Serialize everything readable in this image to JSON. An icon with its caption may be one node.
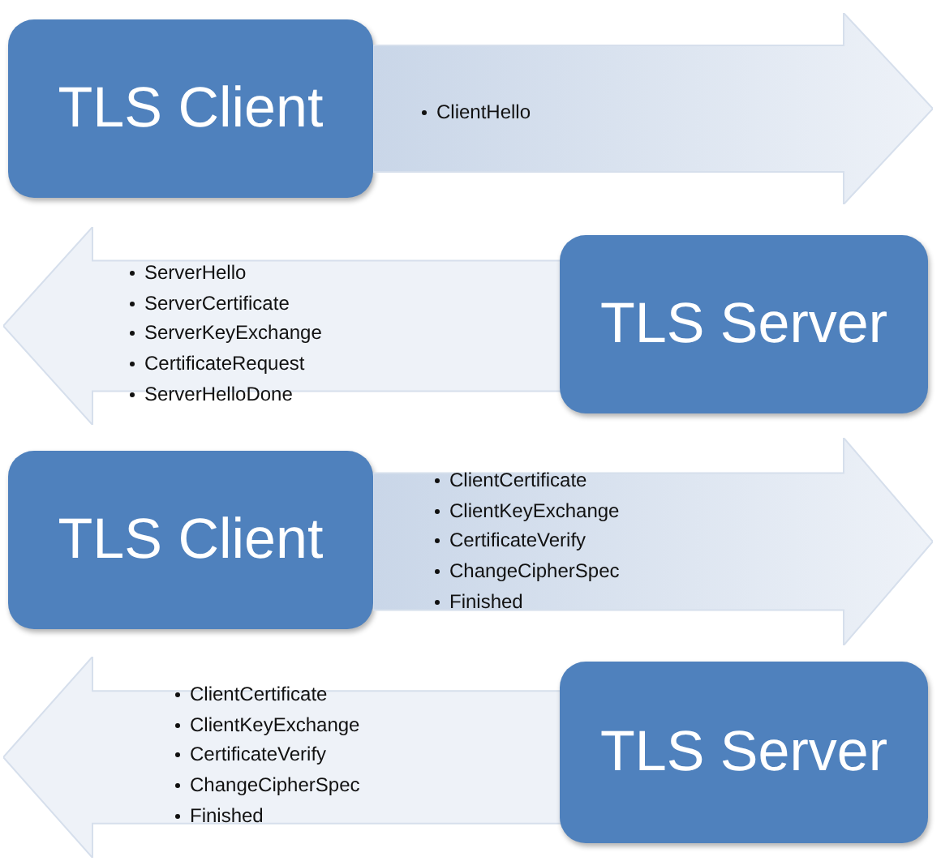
{
  "diagram": {
    "nodes": [
      {
        "text": [
          "TLS Client"
        ]
      },
      {
        "text": [
          "ClientHello"
        ]
      },
      {
        "text": [
          "ServerHello",
          "ServerCertificate",
          "ServerKeyExchange",
          "CertificateRequest",
          "ServerHelloDone"
        ]
      },
      {
        "text": [
          "TLS Server"
        ]
      },
      {
        "text": [
          "TLS Client"
        ]
      },
      {
        "text": [
          "ClientCertificate",
          "ClientKeyExchange",
          "CertificateVerify",
          "ChangeCipherSpec",
          "Finished"
        ]
      },
      {
        "text": [
          "ClientCertificate",
          "ClientKeyExchange",
          "CertificateVerify",
          "ChangeCipherSpec",
          "Finished"
        ]
      },
      {
        "text": [
          "TLS Server"
        ]
      }
    ]
  }
}
